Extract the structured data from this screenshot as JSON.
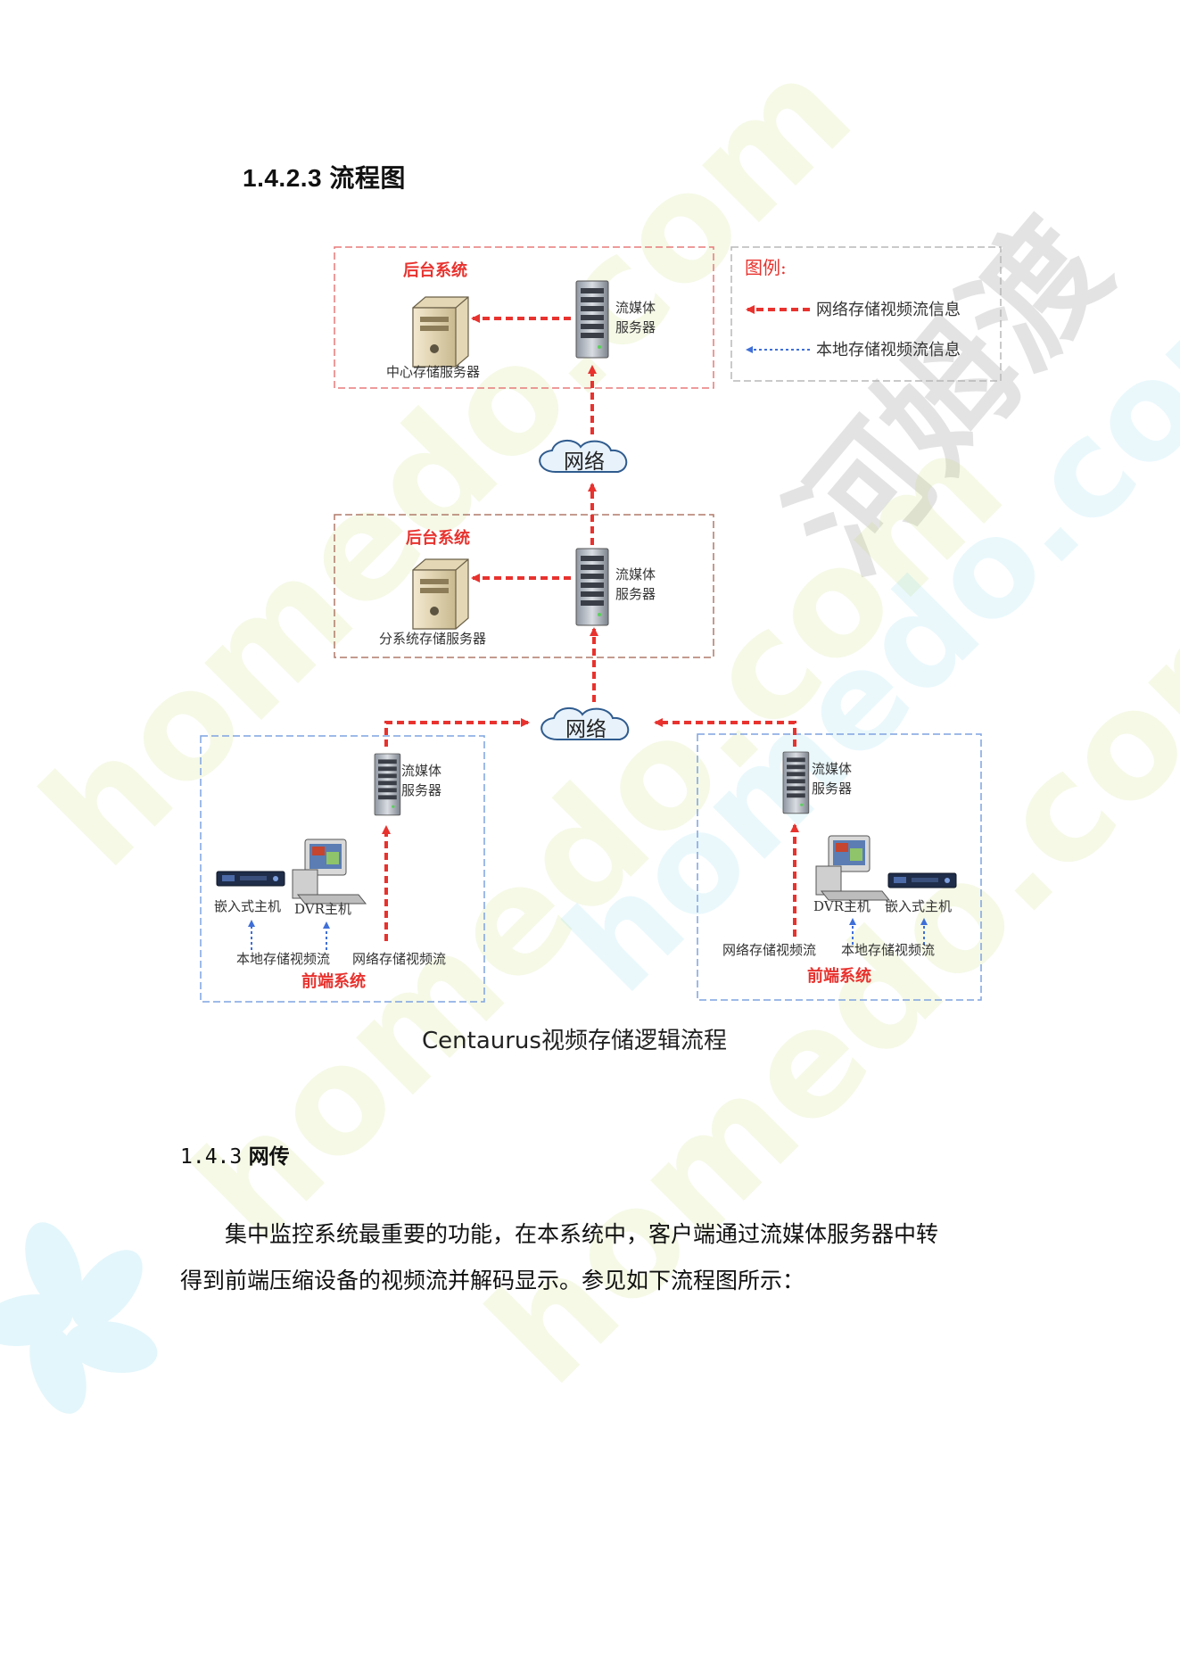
{
  "section": {
    "number": "1.4.2.3",
    "title": "流程图"
  },
  "watermark": {
    "brand_cn": "河姆渡",
    "brand_en": "homedo.com"
  },
  "diagram": {
    "legend": {
      "title": "图例:",
      "network_stream": "网络存储视频流信息",
      "local_stream": "本地存储视频流信息"
    },
    "central_backend": {
      "title": "后台系统",
      "storage_server": "中心存储服务器",
      "media_server_line1": "流媒体",
      "media_server_line2": "服务器"
    },
    "network_top": "网络",
    "sub_backend": {
      "title": "后台系统",
      "storage_server": "分系统存储服务器",
      "media_server_line1": "流媒体",
      "media_server_line2": "服务器"
    },
    "network_bottom": "网络",
    "frontend_left": {
      "title": "前端系统",
      "media_server_line1": "流媒体",
      "media_server_line2": "服务器",
      "embedded_host": "嵌入式主机",
      "dvr_host": "DVR主机",
      "local_stream": "本地存储视频流",
      "network_stream": "网络存储视频流"
    },
    "frontend_right": {
      "title": "前端系统",
      "media_server_line1": "流媒体",
      "media_server_line2": "服务器",
      "dvr_host": "DVR主机",
      "embedded_host": "嵌入式主机",
      "network_stream": "网络存储视频流",
      "local_stream": "本地存储视频流"
    },
    "caption": "Centaurus视频存储逻辑流程"
  },
  "subsection": {
    "number": "1.4.3",
    "title": "网传"
  },
  "body": {
    "paragraph_line1": "集中监控系统最重要的功能，在本系统中，客户端通过流媒体服务器中转",
    "paragraph_line2": "得到前端压缩设备的视频流并解码显示。参见如下流程图所示："
  },
  "colors": {
    "network_arrow": "#e8322e",
    "local_arrow": "#3f6fd8",
    "backend_border": "#e87a7a",
    "sub_backend_border": "#b07a6a",
    "frontend_border": "#7fa3e0",
    "legend_border": "#b8b8b8"
  }
}
